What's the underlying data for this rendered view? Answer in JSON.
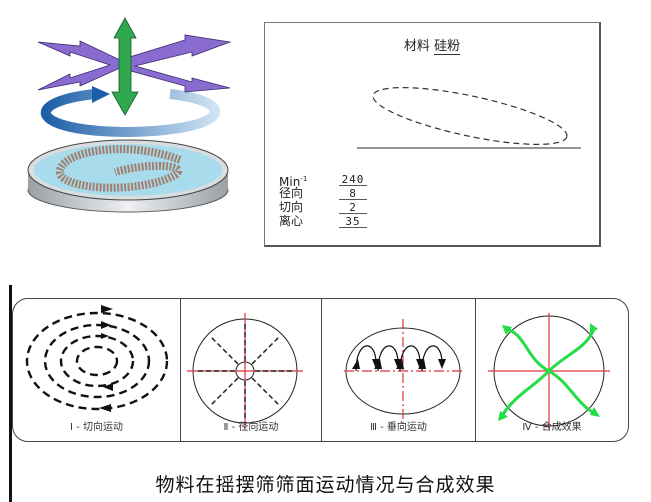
{
  "illustration": {
    "description": "Sieve dish with material spiral; arrows showing radial (purple), vertical (green) and rotational (blue) motion",
    "colors": {
      "radial_arrows": "#7a5cc0",
      "vertical_arrow": "#2fa84f",
      "rotation_arrow": "#2a6fb5",
      "dish_surface": "#a8dcec",
      "dish_rim": "#bfc3c7",
      "material": "#a0705a"
    }
  },
  "parameter_panel": {
    "title_prefix": "材料",
    "material": "硅粉",
    "rows": [
      {
        "label": "Min",
        "superscript": "-1",
        "value": "240"
      },
      {
        "label": "径向",
        "value": "8"
      },
      {
        "label": "切向",
        "value": "2"
      },
      {
        "label": "离心",
        "value": "35"
      }
    ]
  },
  "motion_panels": [
    {
      "id": "I",
      "caption": "Ⅰ - 切向运动"
    },
    {
      "id": "II",
      "caption": "Ⅱ - 径向运动"
    },
    {
      "id": "III",
      "caption": "Ⅲ - 垂向运动"
    },
    {
      "id": "IV",
      "caption": "Ⅳ - 合成效果"
    }
  ],
  "colors": {
    "axis_red": "#e0303c",
    "spiral_green": "#22dd44",
    "stroke": "#111111"
  },
  "caption": "物料在摇摆筛筛面运动情况与合成效果"
}
